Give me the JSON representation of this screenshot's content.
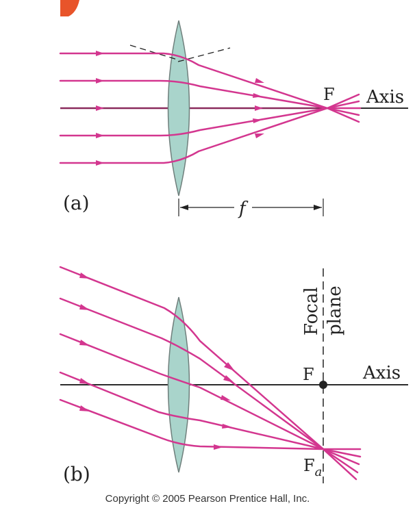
{
  "colors": {
    "ray": "#d3368f",
    "lens_fill": "#a9d4cb",
    "lens_stroke": "#6f7f7c",
    "axis": "#2b2b2b",
    "axis_highlight": "#8a2a5c",
    "text": "#222222",
    "accent": "#e8542a"
  },
  "panel_a": {
    "label": "(a)",
    "focal_label": "F",
    "axis_label": "Axis",
    "focal_length_label": "f"
  },
  "panel_b": {
    "label": "(b)",
    "focal_label": "F",
    "axis_label": "Axis",
    "focal_plane_line1": "Focal",
    "focal_plane_line2": "plane",
    "fa_main": "F",
    "fa_sub": "a"
  },
  "copyright": "Copyright © 2005 Pearson Prentice Hall, Inc."
}
